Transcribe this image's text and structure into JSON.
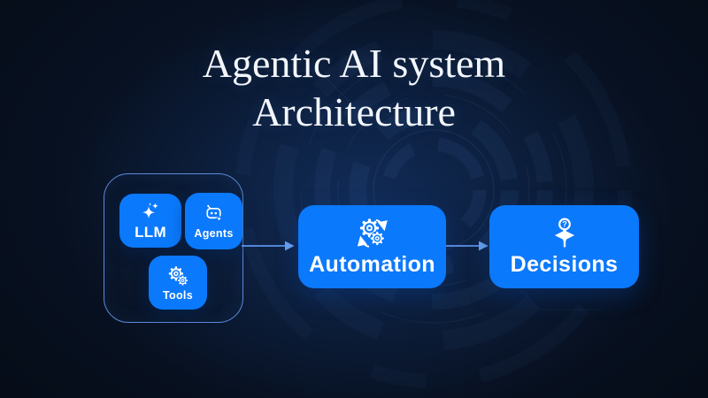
{
  "title": {
    "line1": "Agentic AI system",
    "line2": "Architecture"
  },
  "diagram": {
    "group_tiles": [
      {
        "label": "LLM",
        "icon": "sparkles-icon"
      },
      {
        "label": "Agents",
        "icon": "robot-agent-icon"
      },
      {
        "label": "Tools",
        "icon": "gears-icon"
      }
    ],
    "nodes": [
      {
        "label": "Automation",
        "icon": "automation-cycle-gears-icon"
      },
      {
        "label": "Decisions",
        "icon": "decision-branch-arrows-icon",
        "icon_glyph": "?"
      }
    ]
  },
  "colors": {
    "background": "#050b16",
    "box_blue": "#0b79fb",
    "group_border": "#5b8bd9",
    "arrow": "#5b93ee",
    "title_text": "#f3f6fd",
    "icon_stroke": "#ffffff"
  }
}
